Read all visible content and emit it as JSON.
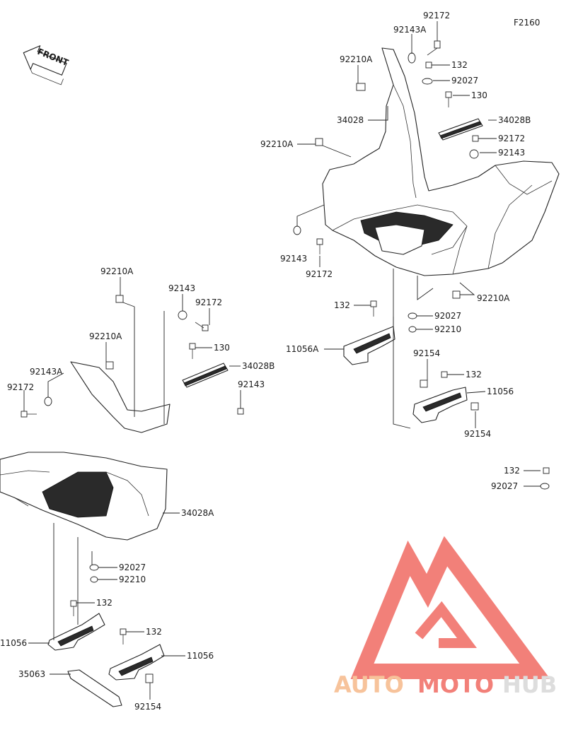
{
  "figure_code": "F2160",
  "front_label": "FRONT",
  "brand": {
    "auto": "AUTO",
    "moto": "MOTO",
    "hub": "HUB",
    "color_main": "#f06a62",
    "color_hub": "#e0e0e0"
  },
  "callouts": [
    "92172",
    "92143A",
    "92210A",
    "132",
    "92027",
    "130",
    "34028",
    "34028B",
    "92210A",
    "92172",
    "92143",
    "92143",
    "92172",
    "92210A",
    "132",
    "92027",
    "92210",
    "11056A",
    "92154",
    "132",
    "11056",
    "92154",
    "132",
    "92027",
    "92210A",
    "92143",
    "92172",
    "92210A",
    "130",
    "92143A",
    "92172",
    "34028B",
    "92143",
    "34028A",
    "92027",
    "92210",
    "132",
    "11056",
    "132",
    "11056",
    "35063",
    "92154"
  ]
}
